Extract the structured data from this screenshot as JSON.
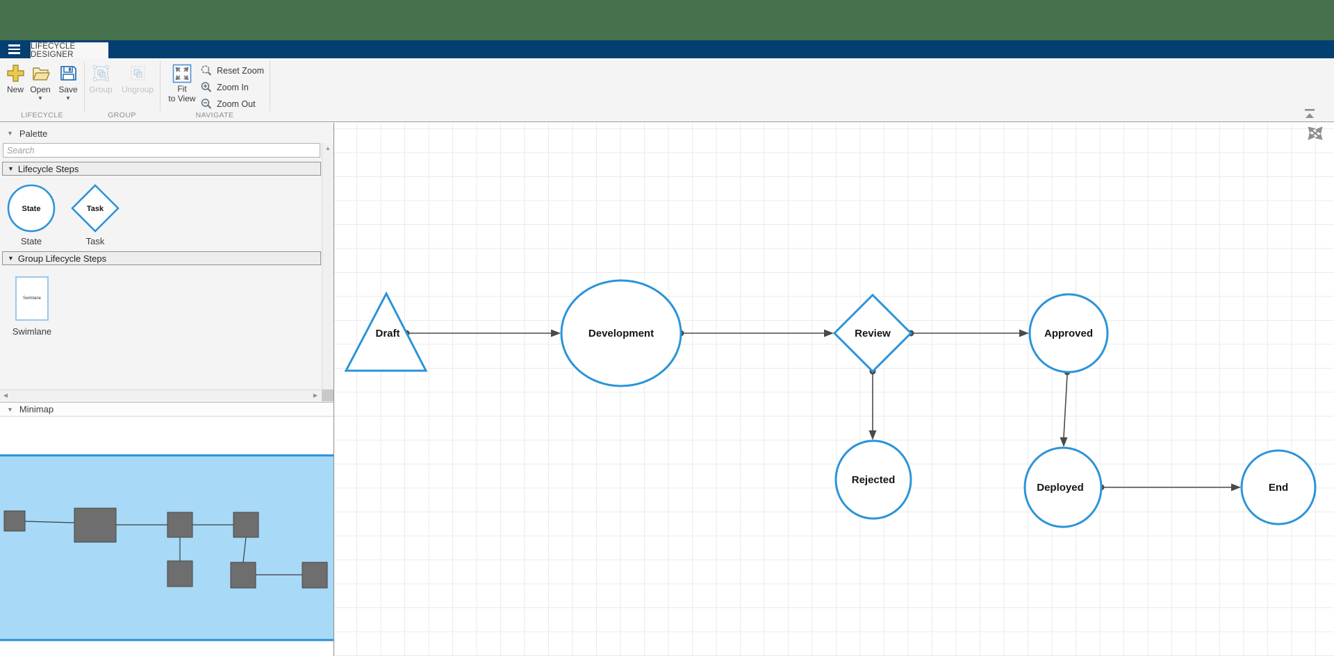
{
  "tabbar": {
    "active_tab": "LIFECYCLE DESIGNER"
  },
  "toolbar": {
    "new_label": "New",
    "open_label": "Open",
    "save_label": "Save",
    "group_label": "Group",
    "ungroup_label": "Ungroup",
    "fit_label_line1": "Fit",
    "fit_label_line2": "to View",
    "reset_zoom_label": "Reset Zoom",
    "zoom_in_label": "Zoom In",
    "zoom_out_label": "Zoom Out",
    "group_titles": {
      "lifecycle": "LIFECYCLE",
      "group": "GROUP",
      "navigate": "NAVIGATE"
    }
  },
  "palette": {
    "title": "Palette",
    "search_placeholder": "Search",
    "sections": [
      {
        "title": "Lifecycle Steps",
        "items": [
          {
            "label": "State",
            "shape": "circle"
          },
          {
            "label": "Task",
            "shape": "diamond"
          }
        ]
      },
      {
        "title": "Group Lifecycle Steps",
        "items": [
          {
            "label": "Swimlane",
            "shape": "rect"
          }
        ]
      }
    ]
  },
  "minimap": {
    "title": "Minimap"
  },
  "canvas": {
    "nodes": [
      {
        "id": "draft",
        "label": "Draft",
        "shape": "triangle"
      },
      {
        "id": "development",
        "label": "Development",
        "shape": "ellipse"
      },
      {
        "id": "review",
        "label": "Review",
        "shape": "diamond"
      },
      {
        "id": "approved",
        "label": "Approved",
        "shape": "circle"
      },
      {
        "id": "rejected",
        "label": "Rejected",
        "shape": "circle"
      },
      {
        "id": "deployed",
        "label": "Deployed",
        "shape": "circle"
      },
      {
        "id": "end",
        "label": "End",
        "shape": "circle"
      }
    ],
    "edges": [
      {
        "from": "Draft",
        "to": "Development"
      },
      {
        "from": "Development",
        "to": "Review"
      },
      {
        "from": "Review",
        "to": "Approved"
      },
      {
        "from": "Review",
        "to": "Rejected"
      },
      {
        "from": "Approved",
        "to": "Deployed"
      },
      {
        "from": "Deployed",
        "to": "End"
      }
    ]
  },
  "colors": {
    "titlebar_green": "#47704d",
    "tabbar_navy": "#043f72",
    "node_stroke_blue": "#2b94d9",
    "edge_gray": "#4a4a4a",
    "minimap_viewport_fill": "#a8d9f6",
    "minimap_viewport_border": "#2a8fd8",
    "minimap_node_gray": "#6e6e6e",
    "icon_gold": "#e9c94f",
    "icon_save_blue": "#2f6fb5"
  }
}
